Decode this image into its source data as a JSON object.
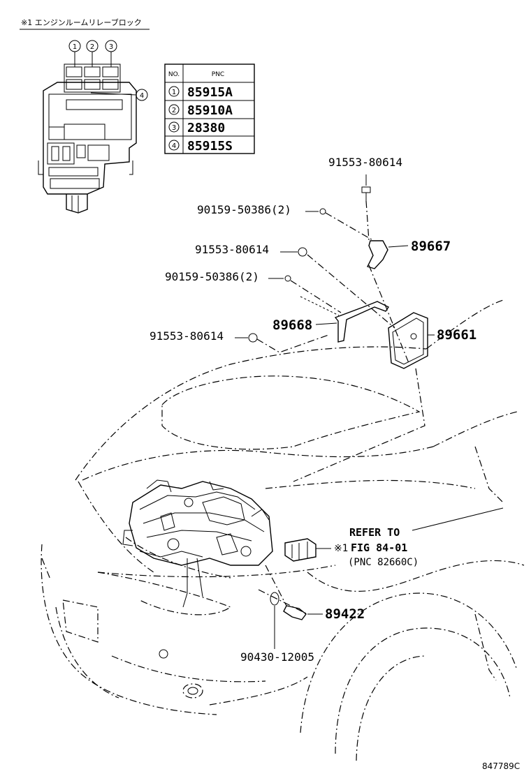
{
  "inset": {
    "caption": "※1 エンジンルームリレーブロック",
    "table": {
      "headers": [
        "NO.",
        "PNC"
      ],
      "rows": [
        {
          "no": "1",
          "pnc": "85915A"
        },
        {
          "no": "2",
          "pnc": "85910A"
        },
        {
          "no": "3",
          "pnc": "28380"
        },
        {
          "no": "4",
          "pnc": "85915S"
        }
      ]
    },
    "callouts": [
      "1",
      "2",
      "3",
      "4"
    ]
  },
  "parts": {
    "p_91553_top": "91553-80614",
    "p_90159_top": "90159-50386(2)",
    "p_89667": "89667",
    "p_91553_mid": "91553-80614",
    "p_90159_mid": "90159-50386(2)",
    "p_89668": "89668",
    "p_89661": "89661",
    "p_91553_low": "91553-80614",
    "p_89422": "89422",
    "p_90430": "90430-12005"
  },
  "refer": {
    "line1": "REFER TO",
    "line2": "FIG 84-01",
    "line3": "(PNC 82660C)",
    "marker": "※1"
  },
  "diagram_code": "847789C"
}
